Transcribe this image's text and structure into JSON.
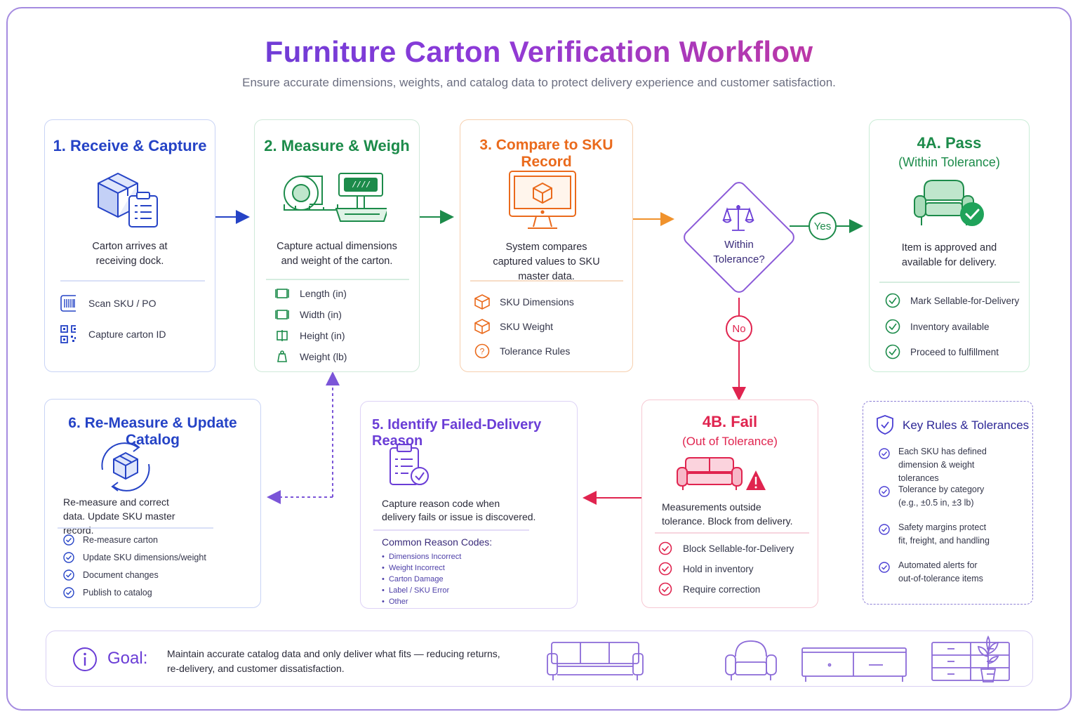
{
  "header": {
    "title": "Furniture Carton Verification Workflow",
    "subtitle": "Ensure accurate dimensions, weights, and catalog data to protect delivery experience and customer satisfaction."
  },
  "step1": {
    "title": "1.  Receive & Capture",
    "desc": "Carton arrives at receiving dock.",
    "items": [
      "Scan SKU / PO",
      "Capture carton ID"
    ]
  },
  "step2": {
    "title": "2.  Measure & Weigh",
    "desc": "Capture actual dimensions and weight of the carton.",
    "scale_display": "////",
    "items": [
      "Length (in)",
      "Width (in)",
      "Height (in)",
      "Weight (lb)"
    ]
  },
  "step3": {
    "title": "3. Compare to SKU Record",
    "desc": "System compares captured values to SKU master data.",
    "items": [
      "SKU Dimensions",
      "SKU Weight",
      "Tolerance Rules"
    ]
  },
  "decision": {
    "label": "Within Tolerance?",
    "yes": "Yes",
    "no": "No"
  },
  "step4a": {
    "title": "4A. Pass",
    "subtitle": "(Within Tolerance)",
    "desc": "Item is approved and available for delivery.",
    "items": [
      "Mark Sellable-for-Delivery",
      "Inventory available",
      "Proceed to fulfillment"
    ]
  },
  "step4b": {
    "title": "4B. Fail",
    "subtitle": "(Out of Tolerance)",
    "desc": "Measurements outside tolerance. Block from delivery.",
    "items": [
      "Block Sellable-for-Delivery",
      "Hold in inventory",
      "Require correction"
    ]
  },
  "step5": {
    "title": "5. Identify Failed-Delivery Reason",
    "desc": "Capture reason code when delivery fails or issue is discovered.",
    "codes_title": "Common Reason Codes:",
    "codes": [
      "Dimensions Incorrect",
      "Weight Incorrect",
      "Carton Damage",
      "Label / SKU Error",
      "Other"
    ]
  },
  "step6": {
    "title": "6. Re-Measure & Update Catalog",
    "desc": "Re-measure and correct data. Update SKU master record.",
    "items": [
      "Re-measure carton",
      "Update SKU dimensions/weight",
      "Document changes",
      "Publish to catalog"
    ]
  },
  "rules": {
    "title": "Key Rules & Tolerances",
    "items": [
      "Each SKU has defined dimension & weight tolerances",
      "Tolerance by category (e.g., ±0.5 in, ±3 lb)",
      "Safety margins protect fit, freight, and handling",
      "Automated alerts for out-of-tolerance items"
    ]
  },
  "goal": {
    "label": "Goal:",
    "text": "Maintain accurate catalog data and only deliver what fits — reducing returns, re-delivery, and customer dissatisfaction."
  },
  "colors": {
    "blue": "#2543c6",
    "green": "#1c8b4a",
    "orange": "#ea6a1c",
    "purple": "#6a3dd6",
    "red": "#e0244f"
  }
}
